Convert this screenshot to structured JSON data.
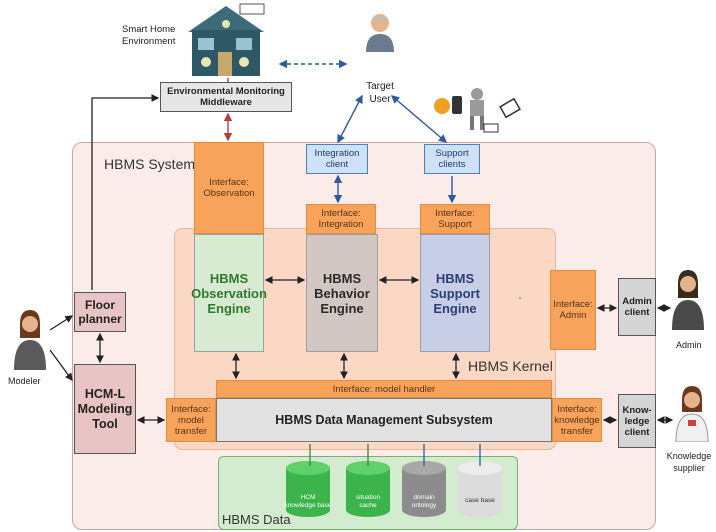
{
  "environment": {
    "smart_home_label": "Smart Home\nEnvironment",
    "monitoring": "Environmental Monitoring\nMiddleware",
    "target_user": "Target\nUser"
  },
  "system": {
    "title": "HBMS System",
    "kernel_title": "HBMS Kernel",
    "data_title": "HBMS Data"
  },
  "clients": {
    "integration": "Integration\nclient",
    "support": "Support\nclients",
    "admin": "Admin\nclient",
    "knowledge": "Know-\nledge\nclient"
  },
  "interfaces": {
    "observation": "Interface:\nObservation",
    "integration": "Interface:\nIntegration",
    "support": "Interface:\nSupport",
    "admin": "Interface:\nAdmin",
    "model_handler": "Interface: model handler",
    "model_transfer": "Interface:\nmodel\ntransfer",
    "knowledge_transfer": "Interface:\nknowledge\ntransfer"
  },
  "engines": {
    "observation": "HBMS\nObservation\nEngine",
    "behavior": "HBMS\nBehavior\nEngine",
    "support": "HBMS\nSupport\nEngine"
  },
  "data_management": "HBMS Data Management Subsystem",
  "tools": {
    "floor_planner": "Floor\nplanner",
    "modeling_tool": "HCM-L\nModeling\nTool"
  },
  "actors": {
    "modeler": "Modeler",
    "admin": "Admin",
    "knowledge_supplier": "Knowledge\nsupplier"
  },
  "databases": [
    {
      "label": "HCM\nknowledge base",
      "color": "#3cb44b"
    },
    {
      "label": "situation\ncache",
      "color": "#3cb44b"
    },
    {
      "label": "domain\nontology",
      "color": "#8c8c8c"
    },
    {
      "label": "case base",
      "color": "#dcdcdc"
    }
  ],
  "colors": {
    "system_bg": "#fbecea",
    "kernel_bg": "#fbd8c4",
    "data_bg": "#d3ecd0",
    "interface": "#f7a35c",
    "observation_engine": "#d9ead3",
    "behavior_engine": "#d2c7c3",
    "support_engine": "#c7cee6",
    "client_blue": "#cfe1f5",
    "tool_pink": "#e8c4c4"
  }
}
